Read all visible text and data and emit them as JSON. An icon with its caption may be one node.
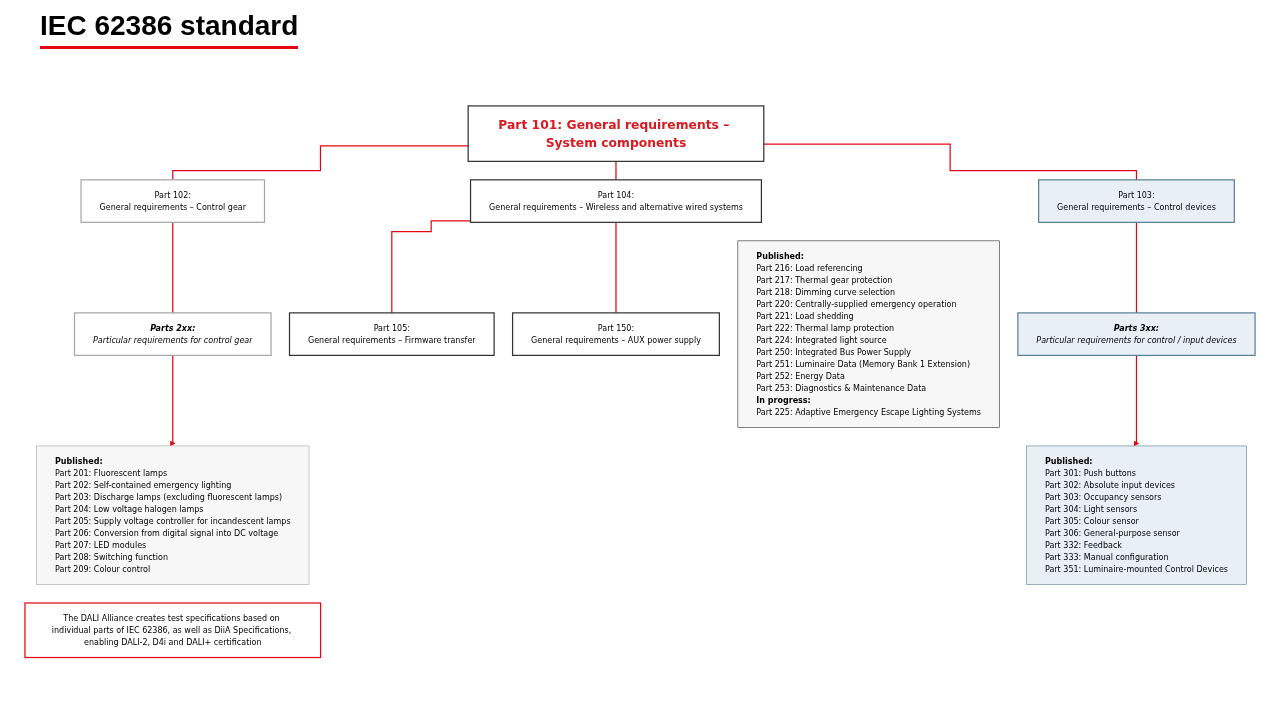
{
  "diagram": {
    "title": "IEC 62386 standard",
    "nodes": [
      {
        "text": [
          "Part 101: General requirements – System components"
        ]
      },
      {
        "text": [
          "Part 102:",
          "General requirements – Control gear"
        ]
      },
      {
        "text": [
          "Part 104:",
          "General requirements – Wireless and alternative wired systems"
        ]
      },
      {
        "text": [
          "Part 103:",
          "General requirements – Control devices"
        ]
      },
      {
        "text": [
          "Parts 2xx:",
          "Particular requirements for control gear"
        ]
      },
      {
        "text": [
          "Part 105:",
          "General requirements – Firmware transfer"
        ]
      },
      {
        "text": [
          "Part 150:",
          "General requirements – AUX power supply"
        ]
      },
      {
        "text": [
          "Parts 3xx:",
          "Particular requirements for control / input devices"
        ]
      },
      {
        "text": [
          "Published:",
          "Part 201: Fluorescent lamps",
          "Part 202: Self-contained emergency lighting",
          "Part 203: Discharge lamps (excluding fluorescent lamps)",
          "Part 204: Low voltage halogen lamps",
          "Part 205: Supply voltage controller for incandescent lamps",
          "Part 206: Conversion from digital signal into DC voltage",
          "Part 207: LED modules",
          "Part 208: Switching function",
          "Part 209: Colour control"
        ]
      },
      {
        "text": [
          "Published:",
          "Part 216: Load referencing",
          "Part 217: Thermal gear protection",
          "Part 218: Dimming curve selection",
          "Part 220: Centrally-supplied emergency operation",
          "Part 221: Load shedding",
          "Part 222: Thermal lamp protection",
          "Part 224: Integrated light source",
          "Part 250: Integrated Bus Power Supply",
          "Part 251: Luminaire Data (Memory Bank 1 Extension)",
          "Part 252: Energy Data",
          "Part 253: Diagnostics & Maintenance Data",
          "In progress:",
          "Part 225: Adaptive Emergency Escape Lighting Systems"
        ]
      },
      {
        "text": [
          "Published:",
          "Part 301: Push buttons",
          "Part 302: Absolute input devices",
          "Part 303: Occupancy sensors",
          "Part 304: Light sensors",
          "Part 305: Colour sensor",
          "Part 306: General-purpose sensor",
          "Part 332: Feedback",
          "Part 333: Manual configuration",
          "Part 351: Luminaire-mounted Control Devices"
        ]
      },
      {
        "text": [
          "The DALI Alliance creates test specifications based on individual parts of IEC 62386, as well as DiiA Specifications, enabling DALI-2, D4i and DALI+ certification"
        ]
      }
    ],
    "edges": [
      {
        "from": 0,
        "to": 1,
        "arrow": "none"
      },
      {
        "from": 0,
        "to": 2,
        "arrow": "none"
      },
      {
        "from": 0,
        "to": 3,
        "arrow": "none"
      },
      {
        "from": 1,
        "to": 4,
        "arrow": "none"
      },
      {
        "from": 2,
        "to": 5,
        "arrow": "none"
      },
      {
        "from": 2,
        "to": 6,
        "arrow": "none"
      },
      {
        "from": 3,
        "to": 7,
        "arrow": "none"
      },
      {
        "from": 4,
        "to": 8,
        "arrow": "to"
      },
      {
        "from": 7,
        "to": 10,
        "arrow": "to"
      }
    ]
  }
}
